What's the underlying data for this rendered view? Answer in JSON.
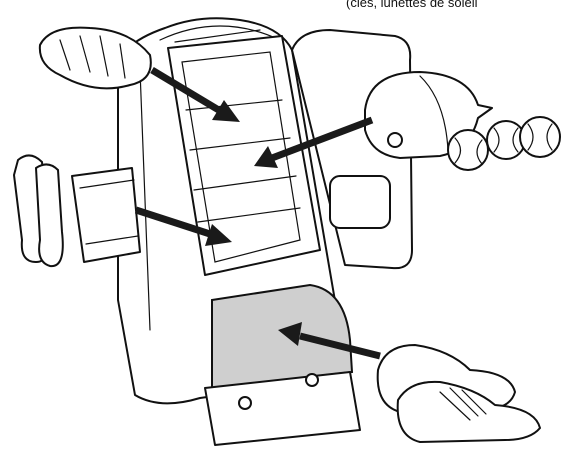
{
  "caption": {
    "text": "(clés, lunettes de soleil"
  },
  "colors": {
    "line": "#111111",
    "arrow": "#1a1a1a",
    "shoe_compartment": "#cfcfcf",
    "background": "#ffffff"
  },
  "items": [
    {
      "name": "glove",
      "icon": "baseball-glove-icon"
    },
    {
      "name": "helmet",
      "icon": "batting-helmet-icon"
    },
    {
      "name": "balls",
      "icon": "baseballs-icon"
    },
    {
      "name": "socks",
      "icon": "socks-icon"
    },
    {
      "name": "towel",
      "icon": "towel-icon"
    },
    {
      "name": "cleats",
      "icon": "cleats-icon"
    }
  ]
}
